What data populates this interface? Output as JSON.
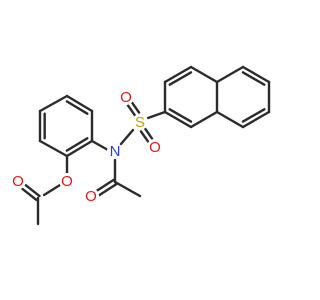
{
  "molecule": {
    "atoms": [
      {
        "id": "o_ester_carbonyl",
        "symbol": "O",
        "color": "#e8161b"
      },
      {
        "id": "o_ester_link",
        "symbol": "O",
        "color": "#e8161b"
      },
      {
        "id": "n_sulfonamide",
        "symbol": "N",
        "color": "#2b3cf0"
      },
      {
        "id": "s_sulfonyl",
        "symbol": "S",
        "color": "#c8a000"
      },
      {
        "id": "o_sulfonyl_top",
        "symbol": "O",
        "color": "#e8161b"
      },
      {
        "id": "o_sulfonyl_bottom",
        "symbol": "O",
        "color": "#e8161b"
      },
      {
        "id": "o_acetyl",
        "symbol": "O",
        "color": "#e8161b"
      }
    ],
    "bond_color": "#2b2b2b"
  }
}
